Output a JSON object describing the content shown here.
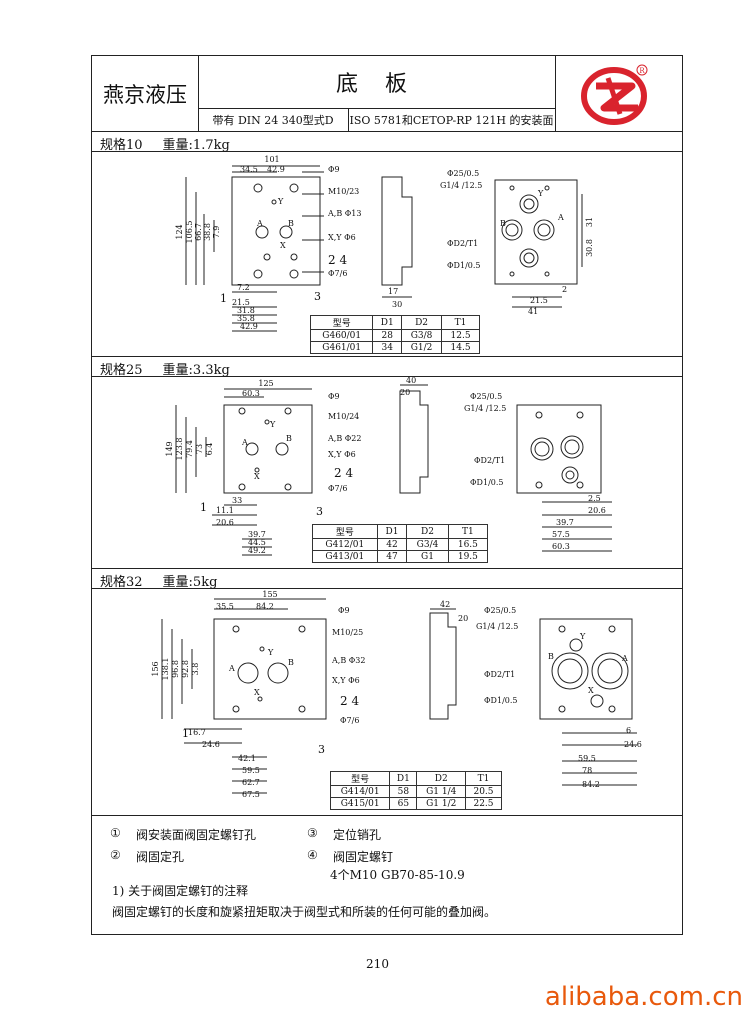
{
  "header": {
    "company": "燕京液压",
    "title": "底 板",
    "subtitle_left": "带有 DIN 24 340型式D",
    "subtitle_right": "ISO 5781和CETOP-RP 121H 的安装面",
    "brand_color": "#d9232d"
  },
  "sections": [
    {
      "spec": "规格10",
      "weight": "重量:1.7kg",
      "front": {
        "top_dims": [
          "101",
          "34.5",
          "42.9"
        ],
        "left_dims": [
          "124",
          "106.5",
          "66.7",
          "38.8",
          "7.9"
        ],
        "bottom_dims": [
          "7.2",
          "21.5",
          "31.8",
          "35.8",
          "42.9"
        ],
        "callouts": [
          "Φ9",
          "M10/23",
          "A,B  Φ13",
          "X,Y  Φ6",
          "2  4",
          "Φ7/6"
        ],
        "markers": [
          "1",
          "3"
        ],
        "letters": [
          "A",
          "B",
          "X",
          "Y"
        ]
      },
      "side": {
        "dims": [
          "17",
          "30"
        ]
      },
      "port": {
        "callouts": [
          "Φ25/0.5",
          "G1/4 /12.5",
          "ΦD2/T1",
          "ΦD1/0.5"
        ],
        "right_dims": [
          "31",
          "30.8"
        ],
        "bottom_dims": [
          "21.5",
          "41",
          "2"
        ],
        "letters": [
          "A",
          "B",
          "Y"
        ]
      },
      "table": {
        "headers": [
          "型号",
          "D1",
          "D2",
          "T1"
        ],
        "rows": [
          [
            "G460/01",
            "28",
            "G3/8",
            "12.5"
          ],
          [
            "G461/01",
            "34",
            "G1/2",
            "14.5"
          ]
        ]
      }
    },
    {
      "spec": "规格25",
      "weight": "重量:3.3kg",
      "front": {
        "top_dims": [
          "125",
          "60.3"
        ],
        "left_dims": [
          "149",
          "123.8",
          "79.4",
          "73",
          "6.4"
        ],
        "bottom_dims": [
          "33",
          "11.1",
          "20.6",
          "39.7",
          "44.5",
          "49.2"
        ],
        "callouts": [
          "Φ9",
          "M10/24",
          "A,B  Φ22",
          "X,Y  Φ6",
          "2  4",
          "Φ7/6"
        ],
        "markers": [
          "1",
          "3"
        ],
        "letters": [
          "A",
          "B",
          "X",
          "Y"
        ]
      },
      "side": {
        "dims": [
          "40",
          "20"
        ]
      },
      "port": {
        "callouts": [
          "Φ25/0.5",
          "G1/4 /12.5",
          "ΦD2/T1",
          "ΦD1/0.5"
        ],
        "bottom_dims": [
          "2.5",
          "20.6",
          "39.7",
          "57.5",
          "60.3"
        ],
        "letters": []
      },
      "table": {
        "headers": [
          "型号",
          "D1",
          "D2",
          "T1"
        ],
        "rows": [
          [
            "G412/01",
            "42",
            "G3/4",
            "16.5"
          ],
          [
            "G413/01",
            "47",
            "G1",
            "19.5"
          ]
        ]
      }
    },
    {
      "spec": "规格32",
      "weight": "重量:5kg",
      "front": {
        "top_dims": [
          "155",
          "35.5",
          "84.2"
        ],
        "left_dims": [
          "156",
          "138.1",
          "96.8",
          "92.8",
          "3.8"
        ],
        "bottom_dims": [
          "16.7",
          "24.6",
          "42.1",
          "59.5",
          "62.7",
          "67.5"
        ],
        "callouts": [
          "Φ9",
          "M10/25",
          "A,B  Φ32",
          "X,Y  Φ6",
          "2  4",
          "Φ7/6"
        ],
        "markers": [
          "1",
          "3"
        ],
        "letters": [
          "A",
          "B",
          "X",
          "Y"
        ]
      },
      "side": {
        "dims": [
          "42",
          "20"
        ]
      },
      "port": {
        "callouts": [
          "Φ25/0.5",
          "G1/4 /12.5",
          "ΦD2/T1",
          "ΦD1/0.5"
        ],
        "bottom_dims": [
          "6",
          "24.6",
          "59.5",
          "78",
          "84.2"
        ],
        "letters": [
          "A",
          "B",
          "X",
          "Y"
        ]
      },
      "table": {
        "headers": [
          "型号",
          "D1",
          "D2",
          "T1"
        ],
        "rows": [
          [
            "G414/01",
            "58",
            "G1  1/4",
            "20.5"
          ],
          [
            "G415/01",
            "65",
            "G1  1/2",
            "22.5"
          ]
        ]
      }
    }
  ],
  "notes": {
    "items": [
      {
        "num": "①",
        "text": "阀安装面阀固定螺钉孔"
      },
      {
        "num": "③",
        "text": "定位销孔"
      },
      {
        "num": "②",
        "text": "阀固定孔"
      },
      {
        "num": "④",
        "text": "阀固定螺钉"
      }
    ],
    "bolt_spec": "4个M10  GB70-85-10.9",
    "explain_title": "1) 关于阀固定螺钉的注释",
    "explain_text": "阀固定螺钉的长度和旋紧扭矩取决于阀型式和所装的任何可能的叠加阀。"
  },
  "page_number": "210",
  "watermark": "alibaba.com.cn"
}
